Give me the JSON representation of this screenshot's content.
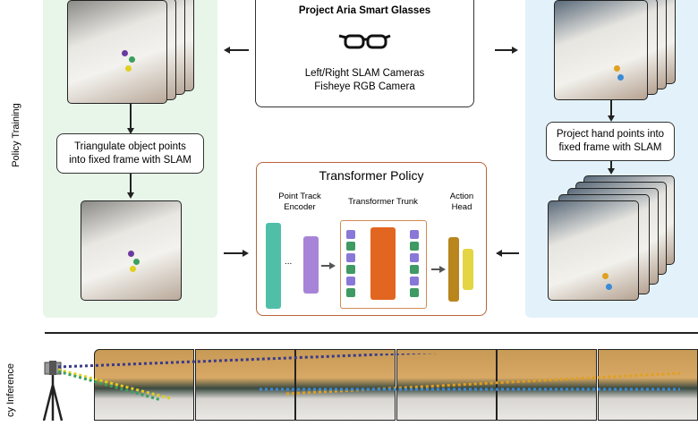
{
  "side_labels": {
    "training": "Policy Training",
    "inference": "cy Inference"
  },
  "glasses": {
    "title": "Project Aria Smart Glasses",
    "cameras_line1": "Left/Right SLAM Cameras",
    "cameras_line2": "Fisheye RGB Camera"
  },
  "left_step": {
    "line1": "Triangulate object points",
    "line2": "into fixed frame with SLAM"
  },
  "right_step": {
    "line1": "Project hand points into",
    "line2": "fixed frame with SLAM"
  },
  "policy": {
    "title": "Transformer Policy",
    "encoder_line1": "Point Track",
    "encoder_line2": "Encoder",
    "trunk": "Transformer Trunk",
    "head_line1": "Action",
    "head_line2": "Head",
    "ellipsis": "..."
  },
  "colors": {
    "left_panel": "#e8f6ea",
    "right_panel": "#e3f2fa",
    "policy_border": "#b8643a",
    "encoder_teal": "#4fbfa8",
    "encoder_purple": "#a884d8",
    "trunk_orange": "#e2661f",
    "token_purple": "#8a78d8",
    "token_green": "#3f9a63",
    "head_brown": "#b9861e",
    "head_yellow": "#e4d545"
  }
}
